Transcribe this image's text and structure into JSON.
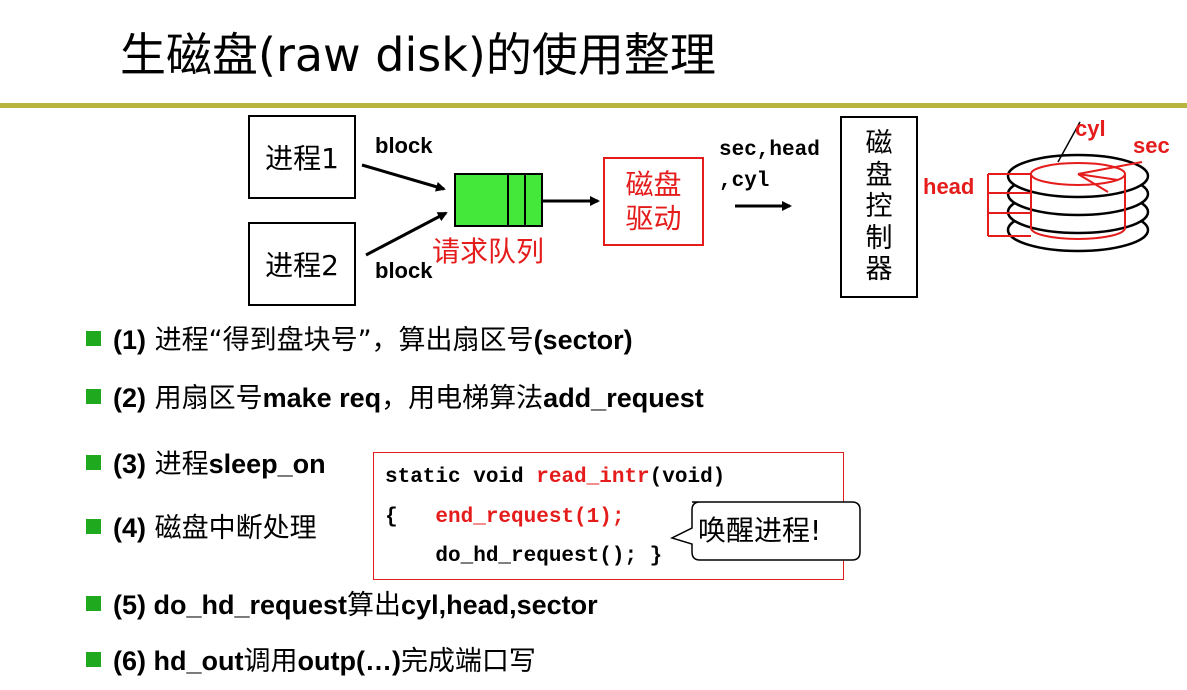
{
  "slide": {
    "title": "生磁盘(raw disk)的使用整理"
  },
  "diagram": {
    "proc1": "进程1",
    "proc2": "进程2",
    "block_top": "block",
    "block_bottom": "block",
    "queue_label": "请求队列",
    "driver_line1": "磁盘",
    "driver_line2": "驱动",
    "params_line1": "sec,head",
    "params_line2": ",cyl",
    "controller": [
      "磁",
      "盘",
      "控",
      "制",
      "器"
    ],
    "disk_cyl": "cyl",
    "disk_sec": "sec",
    "disk_head": "head",
    "colors": {
      "accent_red": "#e51c1c",
      "queue_green": "#44e83a",
      "rule_olive": "#b6b63e",
      "bullet_green": "#1fa91f"
    }
  },
  "bullets": [
    {
      "num": "(1)",
      "parts": [
        " 进程“得到盘块号”，算出扇区号",
        "(sector)"
      ]
    },
    {
      "num": "(2)",
      "parts": [
        " 用扇区号",
        "make req",
        "，用电梯算法",
        "add_request"
      ]
    },
    {
      "num": "(3)",
      "parts": [
        " 进程",
        "sleep_on"
      ]
    },
    {
      "num": "(4)",
      "parts": [
        " 磁盘中断处理"
      ]
    },
    {
      "num": "(5)",
      "parts": [
        " do_hd_request",
        "算出",
        "cyl,head,sector"
      ]
    },
    {
      "num": "(6)",
      "parts": [
        " hd_out",
        "调用",
        "outp(…)",
        "完成端口写"
      ]
    }
  ],
  "code": {
    "line1_a": "static void ",
    "line1_b": "read_intr",
    "line1_c": "(void)",
    "line2_a": "{   ",
    "line2_b": "end_request(1);",
    "line3": "    do_hd_request(); }"
  },
  "callout": "唤醒进程!"
}
